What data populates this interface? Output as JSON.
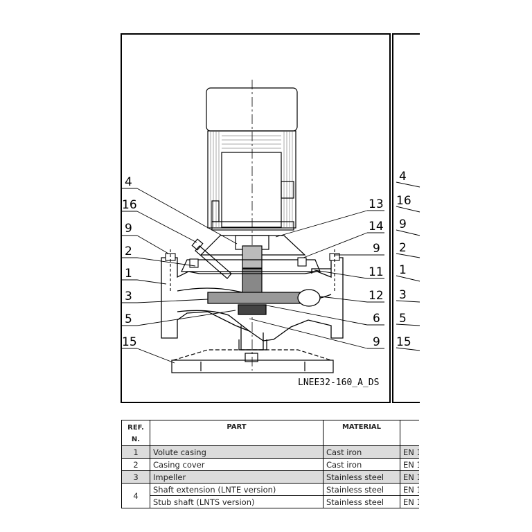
{
  "drawing": {
    "code": "LNEE32-160_A_DS",
    "left_callouts": [
      "4",
      "16",
      "9",
      "2",
      "1",
      "3",
      "5",
      "15"
    ],
    "right_callouts": [
      "13",
      "14",
      "9",
      "11",
      "12",
      "6",
      "9"
    ],
    "second_panel_callouts": [
      "4",
      "16",
      "9",
      "2",
      "1",
      "3",
      "5",
      "15"
    ]
  },
  "table": {
    "headers": {
      "ref_line1": "REF.",
      "ref_line2": "N.",
      "part": "PART",
      "material": "MATERIAL"
    },
    "rows": [
      {
        "ref": "1",
        "part": "Volute casing",
        "material": "Cast iron",
        "standard": "EN 1"
      },
      {
        "ref": "2",
        "part": "Casing cover",
        "material": "Cast iron",
        "standard": "EN 1"
      },
      {
        "ref": "3",
        "part": "Impeller",
        "material": "Stainless steel",
        "standard": "EN 1"
      },
      {
        "ref": "4",
        "part": "Shaft extension (LNTE version)",
        "material": "Stainless steel",
        "standard": "EN 1"
      },
      {
        "ref": "",
        "part": "Stub shaft (LNTS version)",
        "material": "Stainless steel",
        "standard": "EN 1"
      }
    ]
  }
}
